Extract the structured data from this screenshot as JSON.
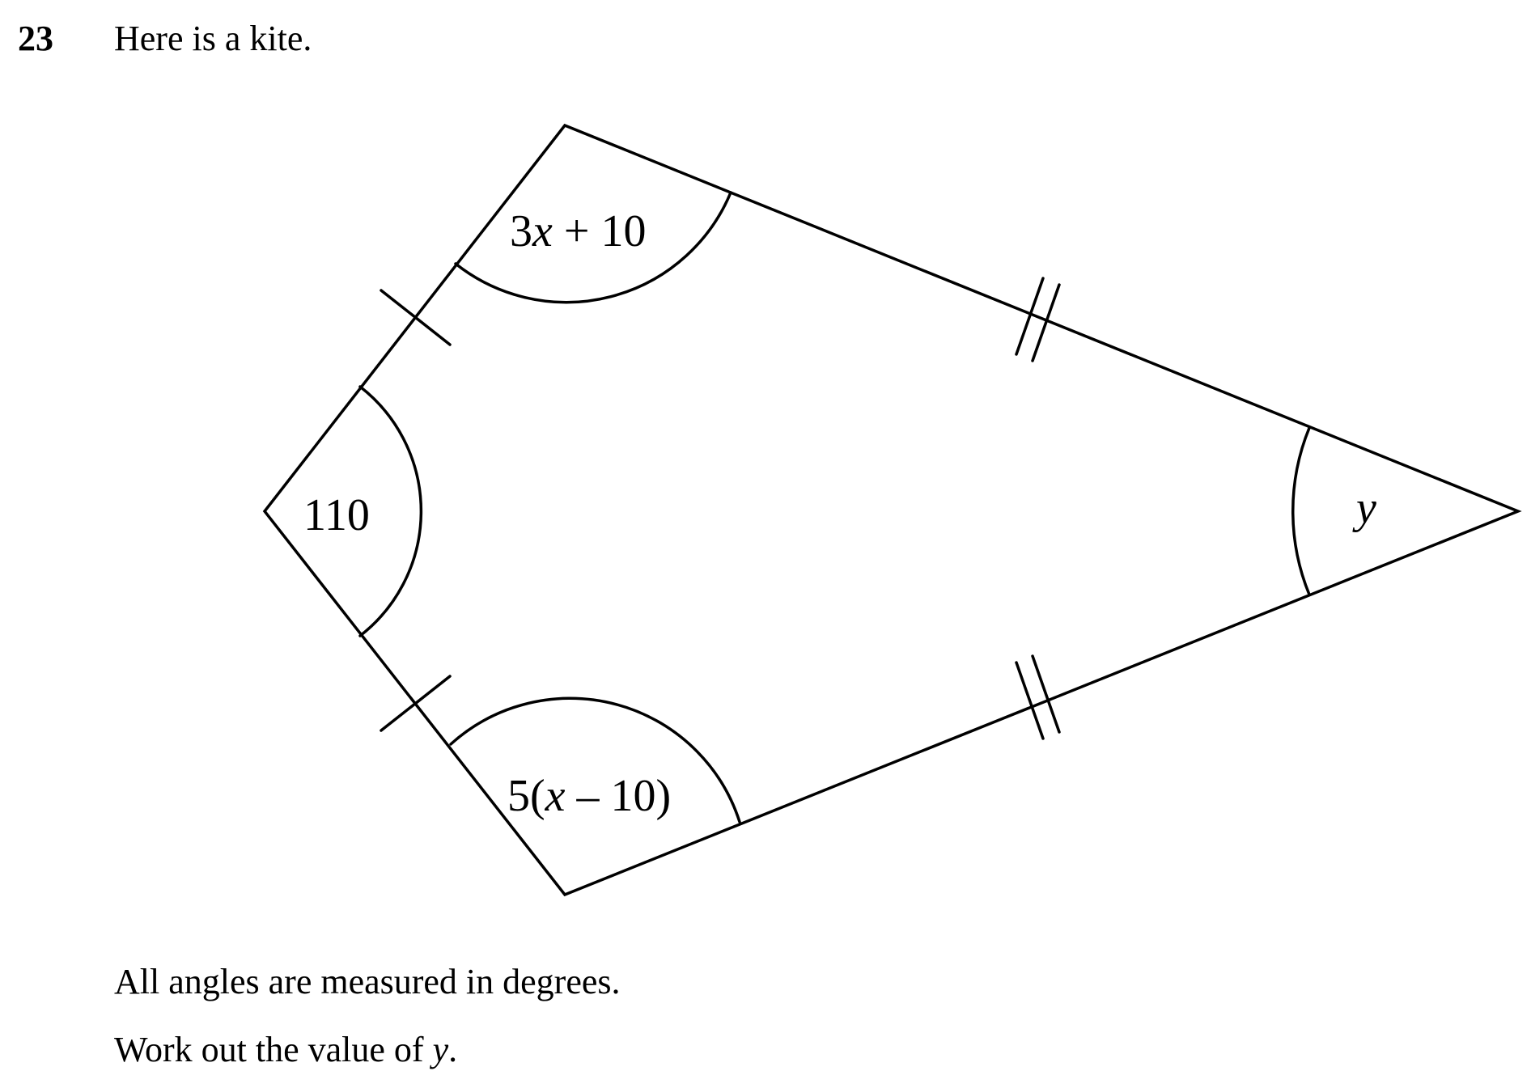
{
  "question": {
    "number": "23",
    "intro": "Here is a kite.",
    "note": "All angles are measured in degrees.",
    "task_prefix": "Work out the value of ",
    "task_variable": "y",
    "task_suffix": "."
  },
  "diagram": {
    "angle_left": "110",
    "angle_top_coef": "3",
    "angle_top_var": "x",
    "angle_top_rest": " + 10",
    "angle_bottom_open": "5(",
    "angle_bottom_var": "x",
    "angle_bottom_rest": " – 10)",
    "angle_right": "y"
  }
}
